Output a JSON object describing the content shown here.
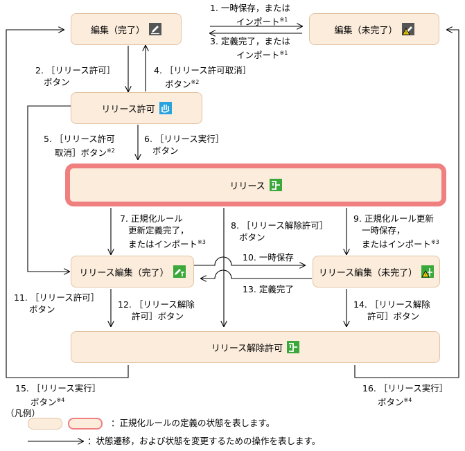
{
  "states": {
    "edit_done": "編集（完了）",
    "edit_undone": "編集（未完了）",
    "release_permit": "リリース許可",
    "release": "リリース",
    "release_edit_done": "リリース編集（完了）",
    "release_edit_undone": "リリース編集（未完了）",
    "release_cancel_permit": "リリース解除許可"
  },
  "icons": {
    "edit_done": "pencil-icon",
    "edit_undone": "pencil-warning-icon",
    "release_permit": "hand-icon",
    "release": "release-icon",
    "release_edit_done": "release-edit-icon",
    "release_edit_undone": "release-edit-warning-icon",
    "release_cancel_permit": "release-icon"
  },
  "colors": {
    "state_fill": "#fbecdc",
    "state_border": "#e2c3a4",
    "highlight_border": "#f08080",
    "icon_green": "#3aa83a",
    "icon_blue": "#29a3e0"
  },
  "transitions": {
    "t1": [
      "1. 一時保存，または",
      "インポート※1"
    ],
    "t3": [
      "3. 定義完了，または",
      "インポート※1"
    ],
    "t2": [
      "2. ［リリース許可］",
      "ボタン"
    ],
    "t4": [
      "4. ［リリース許可取消］",
      "ボタン※2"
    ],
    "t5": [
      "5. ［リリース許可",
      "取消］ボタン※2"
    ],
    "t6": [
      "6. ［リリース実行］",
      "ボタン"
    ],
    "t7": [
      "7. 正規化ルール",
      "更新定義完了，",
      "またはインポート※3"
    ],
    "t8": [
      "8. ［リリース解除許可］",
      "ボタン"
    ],
    "t9": [
      "9. 正規化ルール更新",
      "一時保存，",
      "またはインポート※3"
    ],
    "t10": [
      "10. 一時保存"
    ],
    "t13": [
      "13. 定義完了"
    ],
    "t11": [
      "11. ［リリース許可］",
      "ボタン"
    ],
    "t12": [
      "12. ［リリース解除",
      "許可］ボタン"
    ],
    "t14": [
      "14. ［リリース解除",
      "許可］ボタン"
    ],
    "t15": [
      "15. ［リリース実行］",
      "ボタン※4"
    ],
    "t16": [
      "16. ［リリース実行］",
      "ボタン※4"
    ]
  },
  "legend": {
    "title": "（凡例）",
    "states_desc": "：正規化ルールの定義の状態を表します。",
    "arrow_desc": "：状態遷移，および状態を変更するための操作を表します。"
  }
}
